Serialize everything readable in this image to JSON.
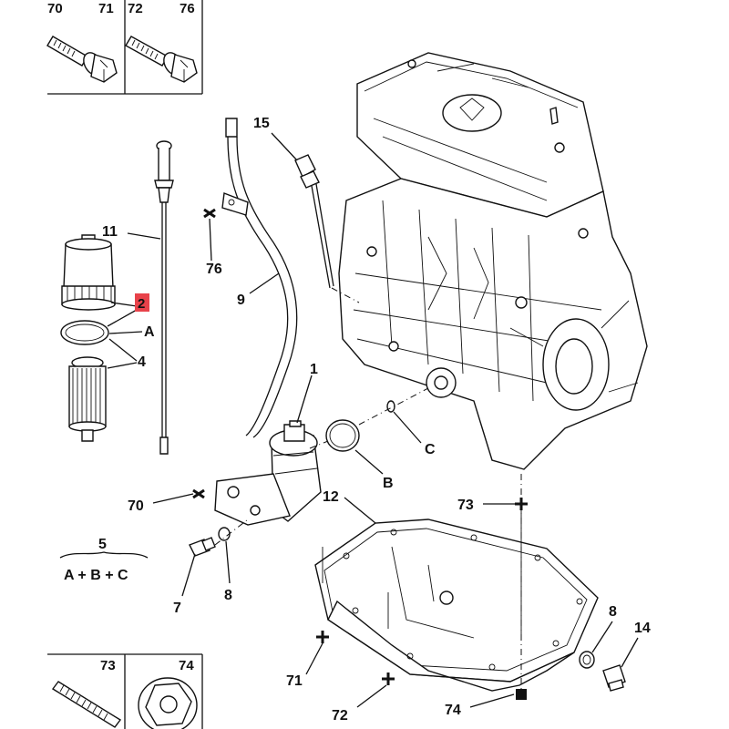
{
  "insets": {
    "top": {
      "labels": [
        "70",
        "71",
        "72",
        "76"
      ]
    },
    "bottom": {
      "labels": [
        "73",
        "74"
      ]
    }
  },
  "callouts": {
    "c1": "1",
    "c2": "2",
    "c4": "4",
    "c7": "7",
    "c8a": "8",
    "c8b": "8",
    "c9": "9",
    "c11": "11",
    "c12": "12",
    "c14": "14",
    "c15": "15",
    "c70": "70",
    "c71": "71",
    "c72": "72",
    "c73": "73",
    "c74": "74",
    "c76": "76",
    "cA": "A",
    "cB": "B",
    "cC": "C"
  },
  "kit": {
    "number": "5",
    "formula": "A + B + C"
  },
  "colors": {
    "highlight": "#e8424a",
    "line": "#111111"
  }
}
